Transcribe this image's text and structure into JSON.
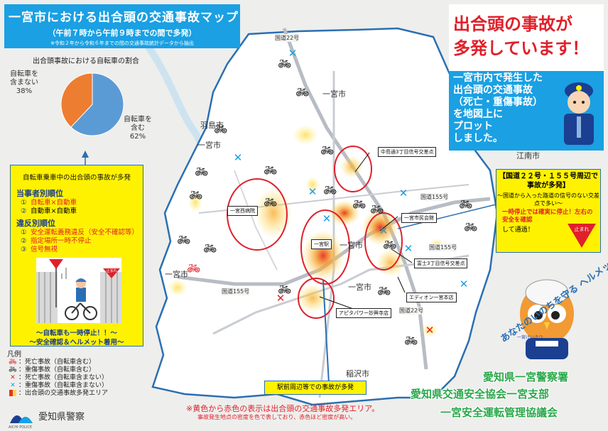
{
  "title": {
    "main": "一宮市における出合頭の交通事故マップ",
    "sub": "（午前７時から午前９時までの間で多発）",
    "note": "※令和２年から令和６年までの間の交通事故統計データから抽出"
  },
  "pie": {
    "title": "出合頭事故における自転車の割合",
    "without_label": "自転車を含まない",
    "without_pct": "38%",
    "with_label": "自転車を含む",
    "with_pct": "62%",
    "chart_data": {
      "type": "pie",
      "title": "出合頭事故における自転車の割合",
      "categories": [
        "自転車を含む",
        "自転車を含まない"
      ],
      "values": [
        62,
        38
      ],
      "colors": [
        "#5b9bd5",
        "#ed7d31"
      ]
    }
  },
  "bicycle_box": {
    "heading": "自転車乗車中の出合頭の事故が多発",
    "party_title": "当事者別順位",
    "party": [
      {
        "num": "①",
        "text": "自転車×自動車"
      },
      {
        "num": "②",
        "text": "自動車×自動車"
      }
    ],
    "violation_title": "違反別順位",
    "violation": [
      {
        "num": "①",
        "text": "安全運転義務違反（安全不確認等）"
      },
      {
        "num": "②",
        "text": "指定場所一時不停止"
      },
      {
        "num": "③",
        "text": "信号無視"
      }
    ],
    "stop_sign_text": "止まれ",
    "footer1": "〜自転車も一時停止！！〜",
    "footer2": "〜安全確認＆ヘルメット着用〜"
  },
  "legend": {
    "title": "凡例",
    "items": [
      {
        "icon": "bike-red",
        "text": "：死亡事故（自転車含む）"
      },
      {
        "icon": "bike-black",
        "text": "：重傷事故（自転車含む）"
      },
      {
        "icon": "x-red",
        "text": "：死亡事故（自転車含まない）"
      },
      {
        "icon": "x-blue",
        "text": "：重傷事故（自転車含まない）"
      },
      {
        "icon": "heat",
        "text": "：出合頭の交通事故多発エリア"
      }
    ]
  },
  "headline": {
    "line1": "出合頭の事故が",
    "line2": "多発しています！",
    "body": [
      "一宮市内で発生した",
      "出合頭の交通事故",
      "（死亡・重傷事故）",
      "を地図上に",
      "プロット",
      "しました。"
    ]
  },
  "route_box": {
    "title": "【国道２２号・１５５号周辺で事故が多発】",
    "sub": "〜国道から入った路道の信号のない交差点で多い〜",
    "red": "一時停止では確実に停止！左右の安全を確認",
    "black": "して通過！",
    "sign": "止まれ"
  },
  "map": {
    "cities": [
      {
        "name": "一宮市",
        "id": "city-ichinomiya-north"
      },
      {
        "name": "羽島市",
        "id": "city-hashima"
      },
      {
        "name": "一宮市",
        "id": "city-ichinomiya-west"
      },
      {
        "name": "江南市",
        "id": "city-konan"
      },
      {
        "name": "一宮市",
        "id": "city-ichinomiya-sw"
      },
      {
        "name": "一宮市",
        "id": "city-ichinomiya-center"
      },
      {
        "name": "一宮市",
        "id": "city-ichinomiya-south"
      },
      {
        "name": "稲沢市",
        "id": "city-inazawa"
      }
    ],
    "roads": [
      {
        "name": "国道22号",
        "id": "road-22-north"
      },
      {
        "name": "国道155号",
        "id": "road-155-east"
      },
      {
        "name": "国道155号",
        "id": "road-155-center"
      },
      {
        "name": "国道155号",
        "id": "road-155-west"
      },
      {
        "name": "国道22号",
        "id": "road-22-south"
      }
    ],
    "callouts": [
      {
        "text": "中島通3丁目信号交差点",
        "id": "callout-nakajima"
      },
      {
        "text": "一宮西病院",
        "id": "callout-nishi-hospital"
      },
      {
        "text": "一宮市民会館",
        "id": "callout-civic-hall"
      },
      {
        "text": "一宮駅",
        "id": "callout-station"
      },
      {
        "text": "富士3丁目信号交差点",
        "id": "callout-fuji"
      },
      {
        "text": "エディオン一宮本店",
        "id": "callout-edion"
      },
      {
        "text": "アピタパワー妙興寺店",
        "id": "callout-apita"
      }
    ],
    "station_note": "駅前周辺等での事故が多発"
  },
  "notes": {
    "main": "※黄色から赤色の表示は出合頭の交通事故多発エリア。",
    "sub": "事故発生地点の密度を色で表しており、赤色ほど密度が高い。"
  },
  "mascot_slogan": "あなたのいのちを守る ヘルメット",
  "mascot_name": "一宮けいさつ",
  "orgs": [
    "愛知県一宮警察署",
    "愛知県交通安全協会一宮支部",
    "一宮安全運転管理協議会"
  ],
  "police": {
    "name": "愛知県警察",
    "sub": "AICHI POLICE"
  },
  "colors": {
    "accent_blue": "#1aa0e3",
    "alert_red": "#e0202a",
    "highlight_yellow": "#fff200",
    "org_green": "#2aa84a"
  }
}
